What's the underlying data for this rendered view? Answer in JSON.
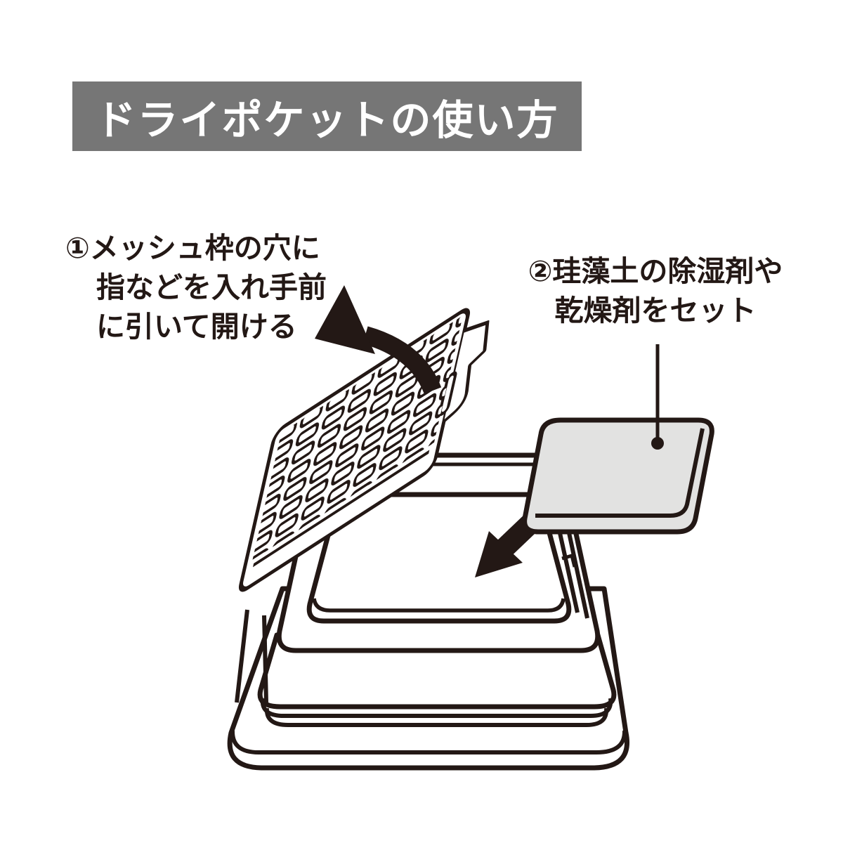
{
  "title": {
    "text": "ドライポケットの使い方"
  },
  "annotations": {
    "step1": {
      "lines": [
        "①メッシュ枠の穴に",
        "指などを入れ手前",
        "に引いて開ける"
      ]
    },
    "step2": {
      "lines": [
        "②珪藻土の除湿剤や",
        "乾燥剤をセット"
      ]
    }
  },
  "colors": {
    "ink": "#231815",
    "banner_bg": "#767676",
    "banner_fg": "#ffffff",
    "packet_fill": "#e2e2e1",
    "background": "#ffffff"
  }
}
